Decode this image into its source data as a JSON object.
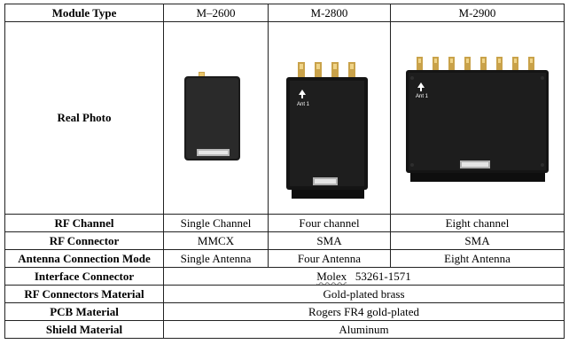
{
  "header": {
    "label": "Module Type",
    "models": [
      "M–2600",
      "M-2800",
      "M-2900"
    ]
  },
  "photo_row": {
    "label": "Real Photo",
    "ant_label_2800": "Ant 1",
    "ant_label_2900": "Ant 1"
  },
  "rows": [
    {
      "label": "RF Channel",
      "values": [
        "Single Channel",
        "Four channel",
        "Eight channel"
      ]
    },
    {
      "label": "RF Connector",
      "values": [
        "MMCX",
        "SMA",
        "SMA"
      ]
    },
    {
      "label": "Antenna Connection Mode",
      "values": [
        "Single Antenna",
        "Four Antenna",
        "Eight Antenna"
      ]
    }
  ],
  "shared_rows": [
    {
      "label": "Interface Connector",
      "value_a": "Molex",
      "value_b": "53261-1571"
    },
    {
      "label": "RF Connectors Material",
      "value": "Gold-plated brass"
    },
    {
      "label": "PCB Material",
      "value": "Rogers FR4 gold-plated"
    },
    {
      "label": "Shield Material",
      "value": "Aluminum"
    }
  ]
}
